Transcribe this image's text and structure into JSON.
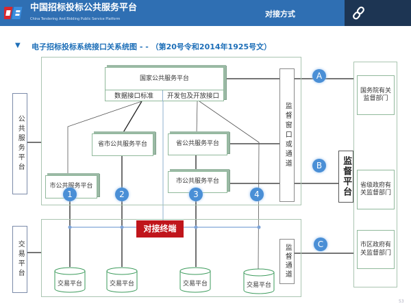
{
  "header": {
    "brand_cn": "中国招标投标公共服务平台",
    "brand_en": "China Tendering And Bidding Public Service Platform",
    "section": "对接方式",
    "icon": "link-icon",
    "colors": {
      "header": "#2f6fb3",
      "header_dark": "#1d3553",
      "title": "#1e6fb8",
      "terminal": "#c0151b",
      "circle": "#4a8fd6"
    }
  },
  "heading": "电子招标投标系统接口关系统图 - - （第20号令和2014年1925号文）",
  "diagram": {
    "public_service_platform": "公共服务平台",
    "trading_platform_label": "交易平台",
    "national_platform": "国家公共服务平台",
    "data_interface": "数据接口标准",
    "dev_package": "开发包及开放接口",
    "prov_city_platform": "省市公共服务平台",
    "city_platform_left": "市公共服务平台",
    "prov_platform": "省公共服务平台",
    "city_platform_right": "市公共服务平台",
    "monitor_window": "监督窗口或通道",
    "monitor_channel": "监督通道",
    "supervision_platform": "监督平台",
    "state_council": "国务院有关监督部门",
    "provincial_gov": "省级政府有关监督部门",
    "city_gov": "市区政府有关监督部门",
    "terminal": "对接终端",
    "numbers": [
      "1",
      "2",
      "3",
      "4"
    ],
    "letters": [
      "A",
      "B",
      "C"
    ],
    "trading_platforms": [
      "交易平台",
      "交易平台",
      "交易平台",
      "交易平台"
    ]
  },
  "page_number": "53"
}
